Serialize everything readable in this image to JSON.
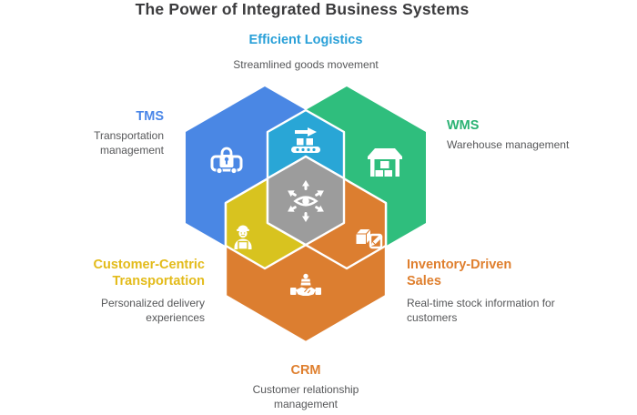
{
  "title": "The Power of Integrated Business Systems",
  "sections": {
    "logistics": {
      "heading": "Efficient Logistics",
      "description": "Streamlined goods movement"
    },
    "tms": {
      "heading": "TMS",
      "description": "Transportation management"
    },
    "wms": {
      "heading": "WMS",
      "description": "Warehouse management"
    },
    "cct": {
      "heading": "Customer-Centric Transportation",
      "description": "Personalized delivery experiences"
    },
    "ids": {
      "heading": "Inventory-Driven Sales",
      "description": "Real-time stock information for customers"
    },
    "crm": {
      "heading": "CRM",
      "description": "Customer relationship management"
    }
  },
  "icons": {
    "tms": "secure-truck-icon",
    "logistics": "conveyor-arrow-icon",
    "wms": "warehouse-icon",
    "cct": "delivery-person-icon",
    "ids": "inventory-box-edit-icon",
    "crm": "handshake-icon",
    "core": "visibility-eye-arrows-icon"
  },
  "colors": {
    "hex_blue": "#4a87e4",
    "hex_cyan": "#29a6d6",
    "hex_green": "#2fbe7d",
    "hex_yellow": "#d8c31f",
    "hex_orange": "#dc7e30",
    "hex_gray": "#9c9c9c",
    "heading_blue": "#4a86e8",
    "heading_cyan": "#29a0d8",
    "heading_green": "#2ab273",
    "heading_yellow": "#e3bb1a",
    "heading_orange": "#df7f2e",
    "title_text": "#3b3b3d",
    "body_text": "#565759",
    "background": "#ffffff"
  }
}
